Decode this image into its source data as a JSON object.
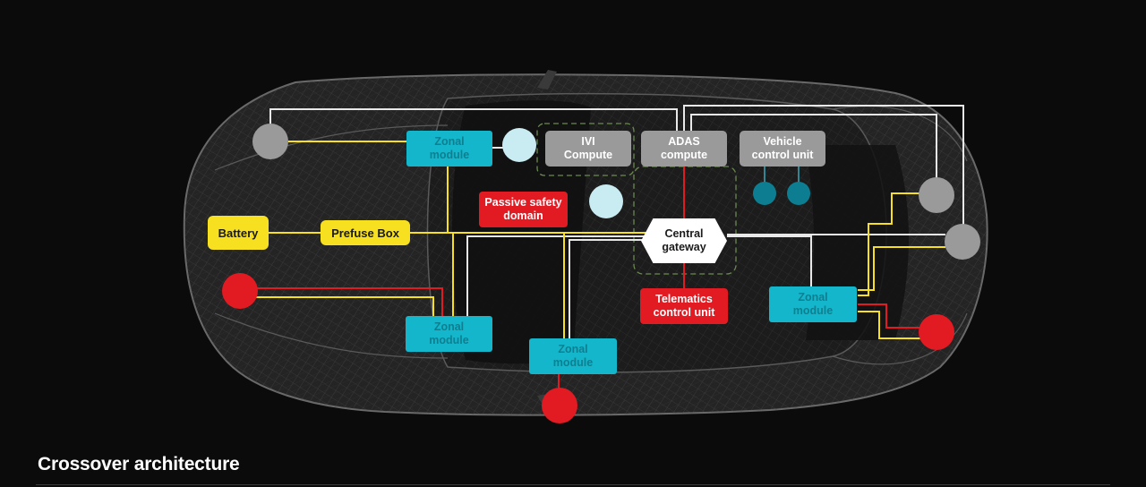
{
  "diagram": {
    "title": "Crossover architecture",
    "colors": {
      "background": "#0b0b0b",
      "zonal": "#14b6cb",
      "grey_unit": "#9a9a9a",
      "red_unit": "#e21b23",
      "power": "#f7e020",
      "data_link": "#e8e8e8",
      "dark_teal_node": "#0d7e92"
    },
    "nodes": {
      "zonal_front_left": "Zonal\nmodule",
      "zonal_rear_left": "Zonal\nmodule",
      "zonal_bottom": "Zonal\nmodule",
      "zonal_right": "Zonal\nmodule",
      "ivi": "IVI\nCompute",
      "adas": "ADAS\ncompute",
      "vehicle": "Vehicle\ncontrol unit",
      "passive": "Passive safety\ndomain",
      "gateway": "Central\ngateway",
      "telematics": "Telematics\ncontrol unit",
      "battery": "Battery",
      "prefuse": "Prefuse Box"
    }
  }
}
